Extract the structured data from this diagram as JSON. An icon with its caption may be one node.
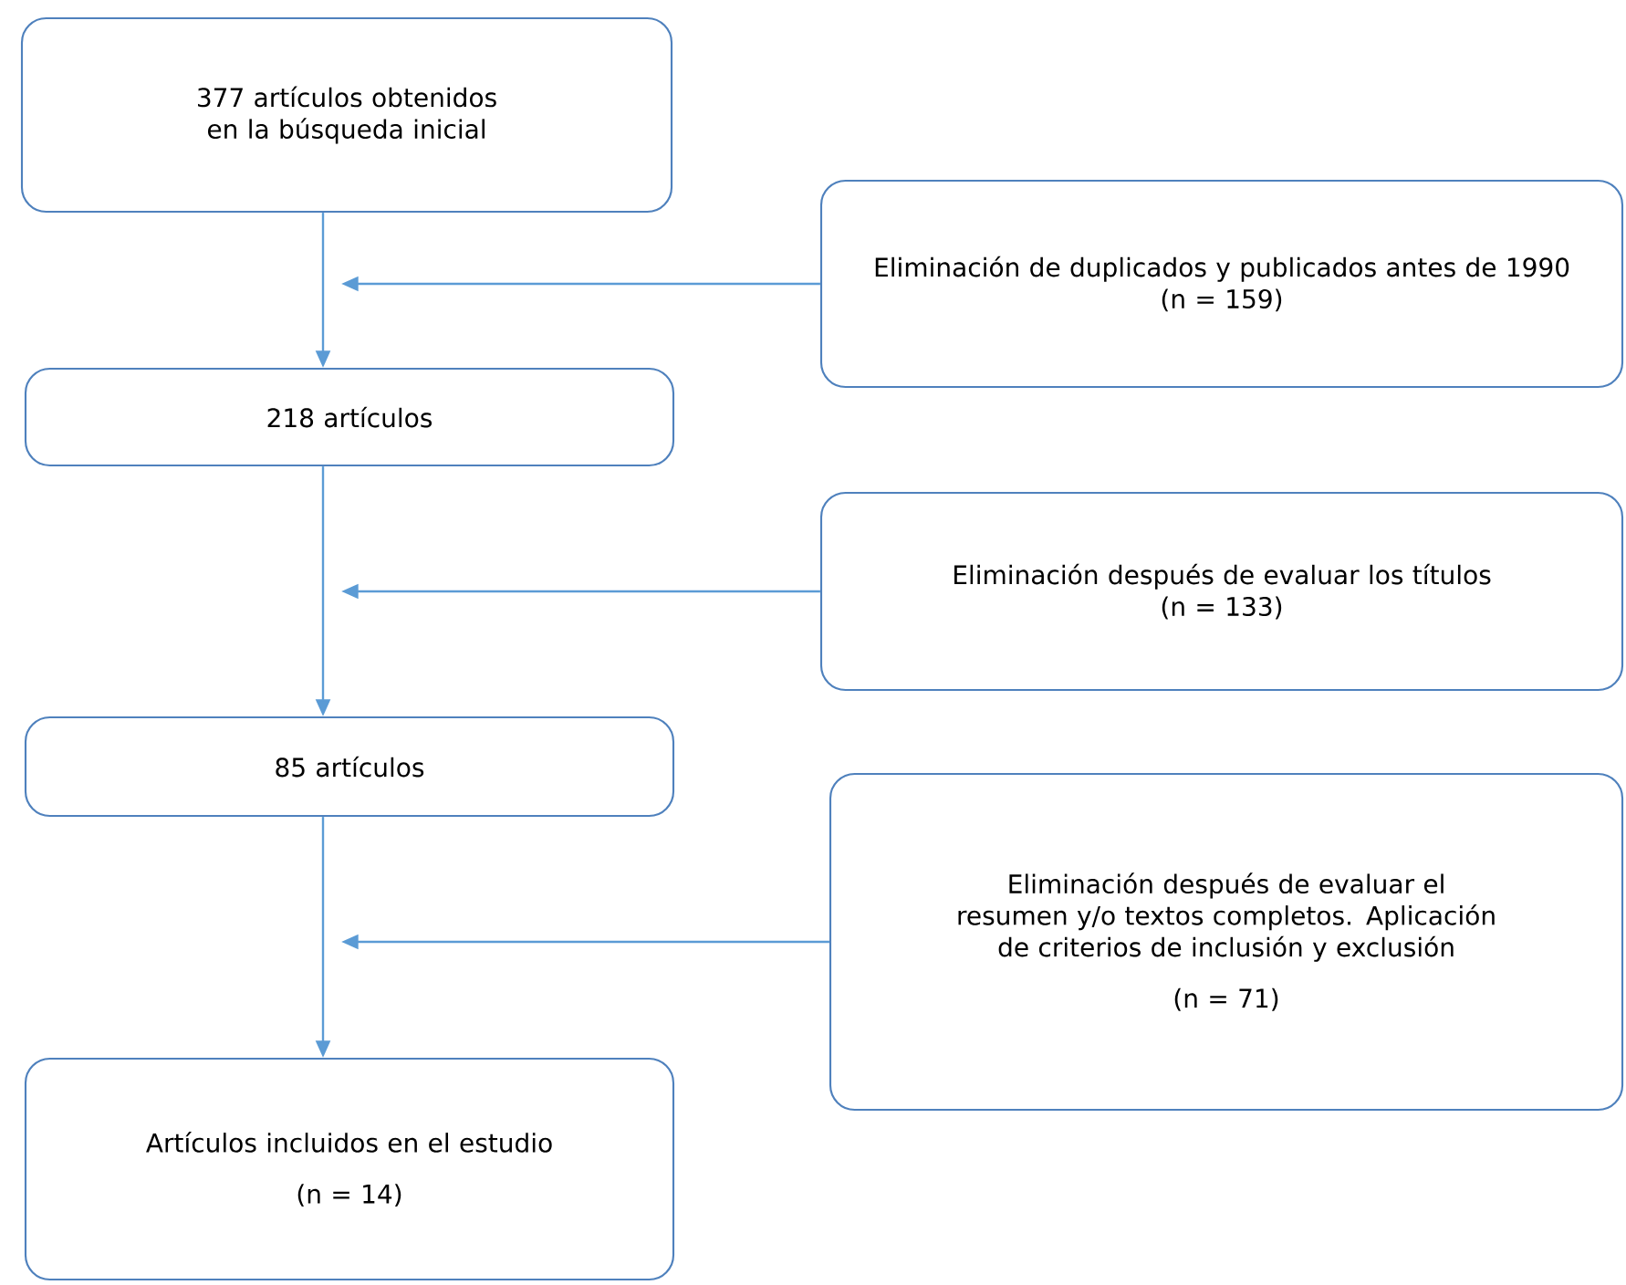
{
  "diagram": {
    "nodes": [
      {
        "text": [
          "377 artículos obtenidos en la búsqueda inicial"
        ]
      },
      {
        "text": [
          "Eliminación de duplicados y publicados antes de 1990",
          "(n = 159)"
        ]
      },
      {
        "text": [
          "218 artículos"
        ]
      },
      {
        "text": [
          "Eliminación después de evaluar los títulos",
          "(n = 133)"
        ]
      },
      {
        "text": [
          "85 artículos"
        ]
      },
      {
        "text": [
          "Eliminación después de evaluar el resumen y/o textos completos. Aplicación de criterios de inclusión y exclusión",
          "(n = 71)"
        ]
      },
      {
        "text": [
          "Artículos incluidos en el estudio",
          "(n = 14)"
        ]
      }
    ],
    "edges": [
      {
        "from": 0,
        "to": 2,
        "arrow": "to"
      },
      {
        "from": 1,
        "to": null,
        "arrow": "to"
      },
      {
        "from": 2,
        "to": 4,
        "arrow": "to"
      },
      {
        "from": 3,
        "to": null,
        "arrow": "to"
      },
      {
        "from": 4,
        "to": 6,
        "arrow": "to"
      },
      {
        "from": 5,
        "to": null,
        "arrow": "to"
      }
    ]
  }
}
